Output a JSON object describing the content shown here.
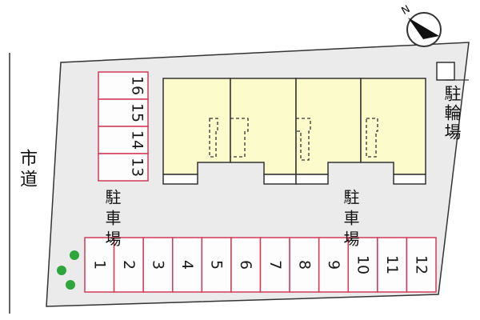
{
  "labels": {
    "road": "市道",
    "parking_left": "駐車場",
    "parking_right": "駐車場",
    "bicycle_parking": "駐輪場",
    "north_mark": "N"
  },
  "parking_row_bottom": [
    "1",
    "2",
    "3",
    "4",
    "5",
    "6",
    "7",
    "8",
    "9",
    "10",
    "11",
    "12"
  ],
  "parking_row_left": [
    "16",
    "15",
    "14",
    "13"
  ],
  "colors": {
    "lot_fill": "#ebebeb",
    "building_fill": "#fbfbcc",
    "parking_fill": "#fdfdfd",
    "parking_border": "#d23a58",
    "tree": "#2fa63c",
    "outline": "#333333"
  },
  "icons": [
    "compass-north-icon",
    "tree-icon"
  ]
}
